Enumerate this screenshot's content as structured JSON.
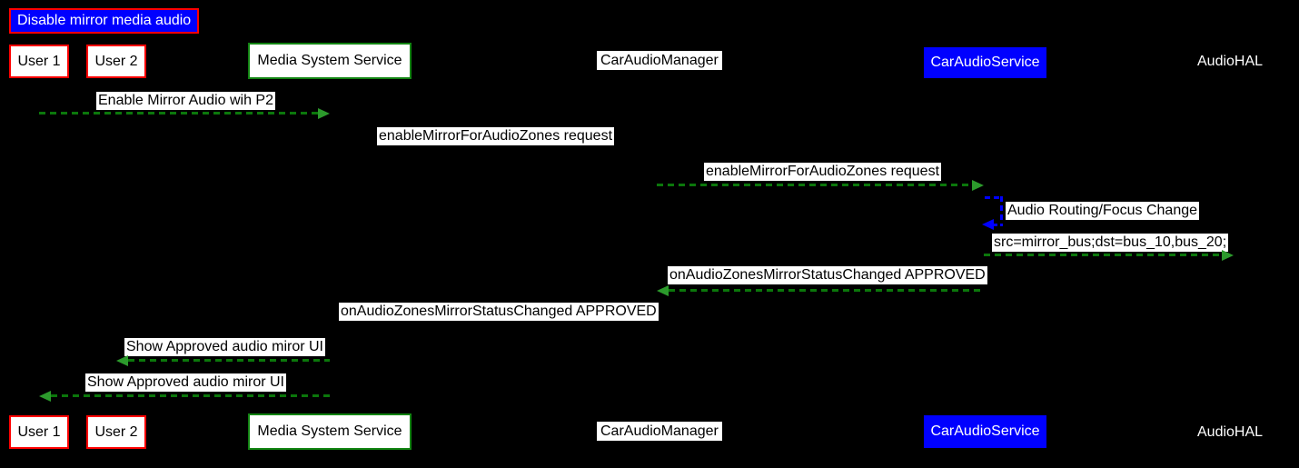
{
  "diagram": {
    "type": "sequence-diagram",
    "title": "Disable mirror media audio",
    "colors": {
      "background": "#000000",
      "arrow_green": "#0b770b",
      "arrowhead_green": "#2c9a2c",
      "self_message_blue": "#0000ff",
      "title_fill": "#0000ff",
      "title_border": "#ff0000",
      "user_border": "#ff0000",
      "service_border": "#128412",
      "car_audio_service_fill": "#0000ff",
      "label_background": "#ffffff"
    },
    "actors": [
      {
        "label": "User 1",
        "style": "red-box"
      },
      {
        "label": "User 2",
        "style": "red-box"
      },
      {
        "label": "Media System Service",
        "style": "green-box"
      },
      {
        "label": "CarAudioManager",
        "style": "white-label"
      },
      {
        "label": "CarAudioService",
        "style": "blue-box"
      },
      {
        "label": "AudioHAL",
        "style": "plain-text"
      }
    ],
    "messages": [
      {
        "label": "Enable Mirror Audio wih P2",
        "from": "User 1",
        "to": "Media System Service",
        "style": "green-dashed-right"
      },
      {
        "label": "enableMirrorForAudioZones request",
        "from": "Media System Service",
        "to": "CarAudioManager",
        "style": "black-dashed-right"
      },
      {
        "label": "enableMirrorForAudioZones request",
        "from": "CarAudioManager",
        "to": "CarAudioService",
        "style": "green-dashed-right"
      },
      {
        "label": "Audio Routing/Focus Change",
        "from": "CarAudioService",
        "to": "CarAudioService",
        "style": "blue-dashed-self"
      },
      {
        "label": "src=mirror_bus;dst=bus_10,bus_20;",
        "from": "CarAudioService",
        "to": "AudioHAL",
        "style": "green-dashed-right"
      },
      {
        "label": "onAudioZonesMirrorStatusChanged APPROVED",
        "from": "CarAudioService",
        "to": "CarAudioManager",
        "style": "green-dashed-left"
      },
      {
        "label": "onAudioZonesMirrorStatusChanged APPROVED",
        "from": "CarAudioManager",
        "to": "Media System Service",
        "style": "black-dashed-left"
      },
      {
        "label": "Show Approved audio miror UI",
        "from": "Media System Service",
        "to": "User 2",
        "style": "green-dashed-left"
      },
      {
        "label": "Show Approved audio miror UI",
        "from": "Media System Service",
        "to": "User 1",
        "style": "green-dashed-left"
      }
    ]
  }
}
